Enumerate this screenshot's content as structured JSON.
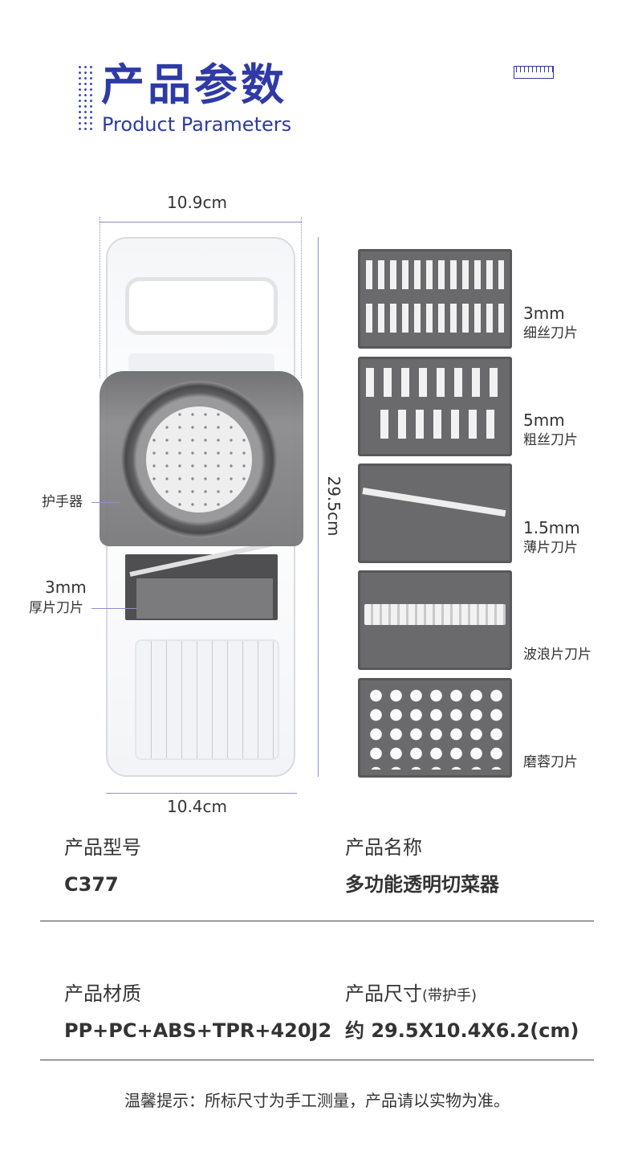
{
  "header": {
    "title_cn": "产品参数",
    "title_en": "Product Parameters",
    "decor_icon": "ruler-icon"
  },
  "dimensions": {
    "top_width": "10.9cm",
    "height": "29.5cm",
    "bottom_width": "10.4cm"
  },
  "callouts": {
    "guard": "护手器",
    "thick_blade_size": "3mm",
    "thick_blade_name": "厚片刀片"
  },
  "blades": [
    {
      "size": "3mm",
      "name": "细丝刀片"
    },
    {
      "size": "5mm",
      "name": "粗丝刀片"
    },
    {
      "size": "1.5mm",
      "name": "薄片刀片"
    },
    {
      "size": "",
      "name": "波浪片刀片"
    },
    {
      "size": "",
      "name": "磨蓉刀片"
    }
  ],
  "specs": {
    "model_label": "产品型号",
    "model_value": "C377",
    "name_label": "产品名称",
    "name_value": "多功能透明切菜器",
    "material_label": "产品材质",
    "material_value": "PP+PC+ABS+TPR+420J2",
    "size_label": "产品尺寸",
    "size_label_note": "(带护手)",
    "size_value": "约 29.5X10.4X6.2(cm)"
  },
  "footer": {
    "note": "温馨提示：所标尺寸为手工测量，产品请以实物为准。"
  },
  "colors": {
    "accent": "#2e3aa6",
    "blade_gray": "#6a6a6d"
  }
}
